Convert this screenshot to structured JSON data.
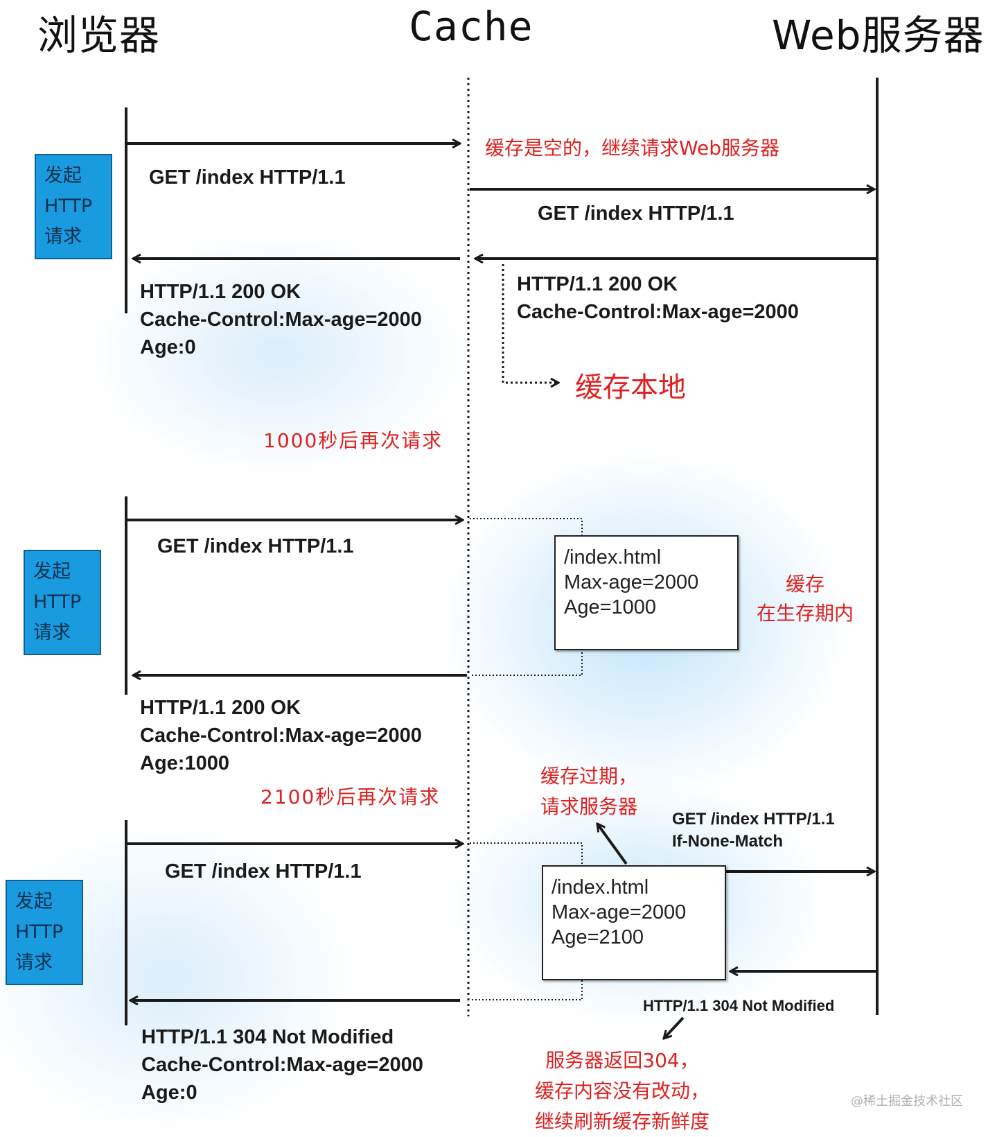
{
  "headers": {
    "browser": "浏览器",
    "cache": "Cache",
    "server": "Web服务器"
  },
  "badge": {
    "line1": "发起",
    "line2": "HTTP",
    "line3": "请求"
  },
  "scenario1": {
    "request": "GET /index HTTP/1.1",
    "cache_note": "缓存是空的，继续请求Web服务器",
    "forward_request": "GET /index HTTP/1.1",
    "server_response": [
      "HTTP/1.1 200 OK",
      "Cache-Control:Max-age=2000"
    ],
    "cache_local": "缓存本地",
    "browser_response": [
      "HTTP/1.1 200 OK",
      "Cache-Control:Max-age=2000",
      "Age:0"
    ]
  },
  "delay1": "1000秒后再次请求",
  "scenario2": {
    "request": "GET /index HTTP/1.1",
    "cache_box": [
      "/index.html",
      "Max-age=2000",
      "Age=1000"
    ],
    "note": [
      "缓存",
      "在生存期内"
    ],
    "browser_response": [
      "HTTP/1.1 200 OK",
      "Cache-Control:Max-age=2000",
      "Age:1000"
    ]
  },
  "delay2": "2100秒后再次请求",
  "scenario3": {
    "expired_note": [
      "缓存过期，",
      "请求服务器"
    ],
    "request": "GET /index HTTP/1.1",
    "forward_request": [
      "GET /index HTTP/1.1",
      "If-None-Match"
    ],
    "cache_box": [
      "/index.html",
      "Max-age=2000",
      "Age=2100"
    ],
    "server_response": "HTTP/1.1 304 Not Modified",
    "server_note": [
      "服务器返回304，",
      "缓存内容没有改动，",
      "继续刷新缓存新鲜度"
    ],
    "browser_response": [
      "HTTP/1.1 304 Not Modified",
      "Cache-Control:Max-age=2000",
      "Age:0"
    ]
  },
  "watermark": "@稀土掘金技术社区",
  "colors": {
    "badge_fill": "#1a9be0",
    "note_red": "#e02020",
    "line": "#1a1a1a"
  }
}
